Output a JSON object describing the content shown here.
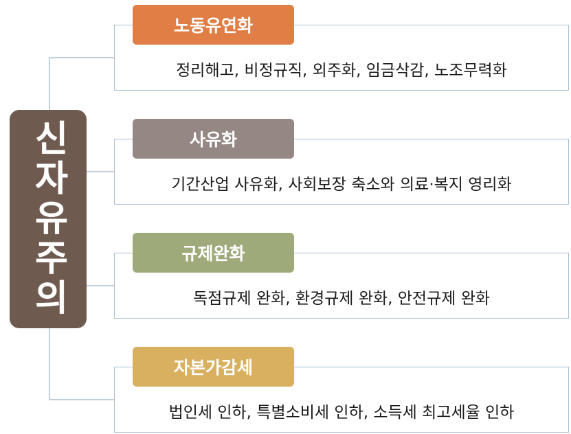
{
  "root": {
    "label": "신자유주의"
  },
  "branches": [
    {
      "title": "노동유연화",
      "description": "정리해고, 비정규직, 외주화, 임금삭감, 노조무력화",
      "color": "#e07e45"
    },
    {
      "title": "사유화",
      "description": "기간산업 사유화, 사회보장 축소와 의료·복지 영리화",
      "color": "#958784"
    },
    {
      "title": "규제완화",
      "description": "독점규제 완화, 환경규제 완화, 안전규제 완화",
      "color": "#9faa7b"
    },
    {
      "title": "자본가감세",
      "description": "법인세 인하, 특별소비세 인하, 소득세 최고세율 인하",
      "color": "#d8b05f"
    }
  ],
  "colors": {
    "root": "#6e5a4e",
    "connector": "#a9bfd2"
  }
}
